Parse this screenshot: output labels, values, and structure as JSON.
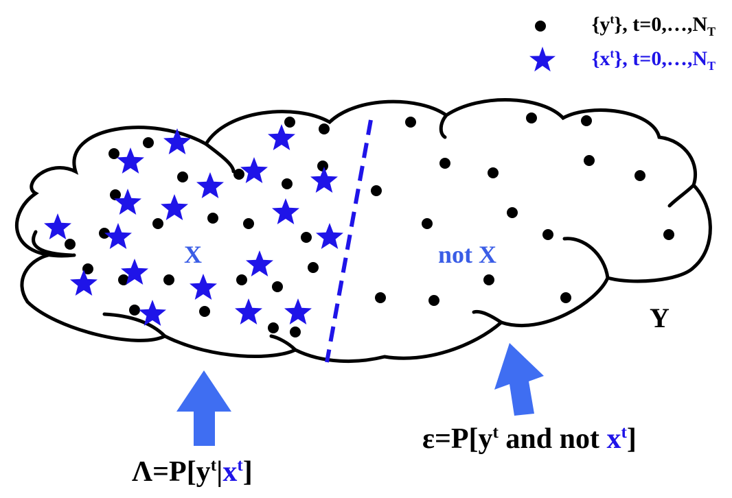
{
  "legend": {
    "dot_item": {
      "set_open": "{y",
      "set_sup": "t",
      "set_close": "}, t=0,…,N",
      "sub": "T",
      "icon": "dot-icon"
    },
    "star_item": {
      "set_open": "{x",
      "set_sup": "t",
      "set_close": "}, t=0,…,N",
      "sub": "T",
      "icon": "star-icon",
      "color": "#1f14e8"
    }
  },
  "regions": {
    "x_label": "X",
    "not_x_label": "not X",
    "y_label": "Y",
    "label_color": "#3a5de6"
  },
  "formulas": {
    "lambda": {
      "pre": "Λ=P[y",
      "sup1": "t",
      "mid": "|",
      "hl": "x",
      "sup2": "t",
      "post": "]"
    },
    "epsilon": {
      "pre": "ε=P[y",
      "sup1": "t",
      "mid": " and not ",
      "hl": "x",
      "sup2": "t",
      "post": "]"
    }
  },
  "colors": {
    "star": "#1f14e8",
    "divider": "#1f14e8",
    "arrow": "#3f6ef2",
    "dot": "#000000",
    "outline": "#000000"
  }
}
